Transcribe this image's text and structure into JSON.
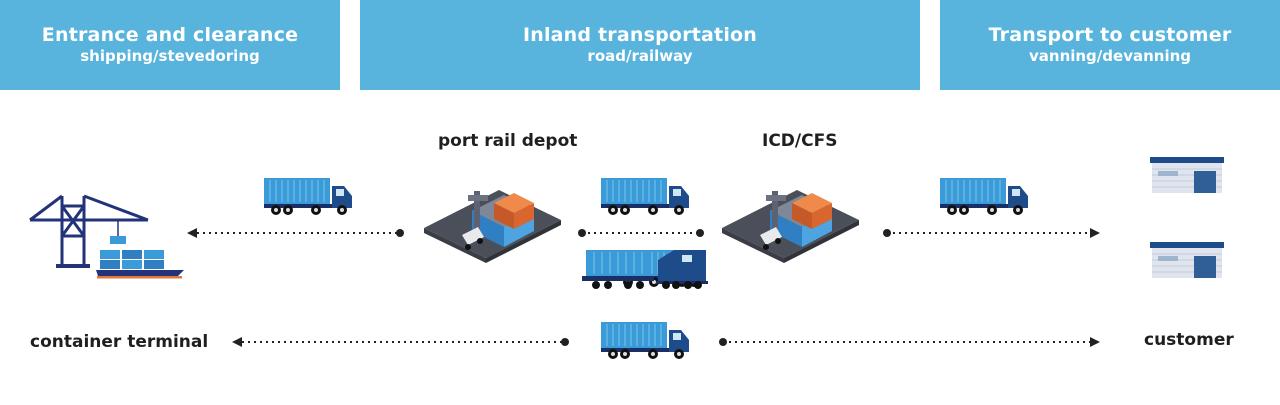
{
  "headers": [
    {
      "title": "Entrance and clearance",
      "subtitle": "shipping/stevedoring"
    },
    {
      "title": "Inland transportation",
      "subtitle": "road/railway"
    },
    {
      "title": "Transport to customer",
      "subtitle": "vanning/devanning"
    }
  ],
  "labels": {
    "port_rail_depot": "port rail depot",
    "icd_cfs": "ICD/CFS",
    "container_terminal": "container terminal",
    "customer": "customer"
  },
  "colors": {
    "header_bg": "#58b4dc",
    "container": "#3a9bd8",
    "cab": "#1e4b8a",
    "navy": "#22337a",
    "dots": "#222222"
  },
  "icons": [
    "quay-crane-icon",
    "container-ship-icon",
    "container-truck-icon",
    "freight-train-icon",
    "container-yard-icon",
    "warehouse-icon"
  ]
}
